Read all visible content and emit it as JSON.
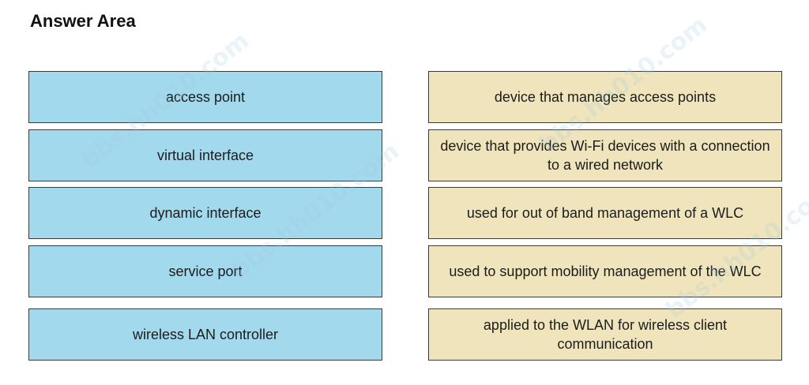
{
  "header": {
    "title": "Answer Area"
  },
  "left_items": [
    {
      "label": "access point"
    },
    {
      "label": "virtual interface"
    },
    {
      "label": "dynamic interface"
    },
    {
      "label": "service port"
    },
    {
      "label": "wireless LAN controller"
    }
  ],
  "right_targets": [
    {
      "label": "device that manages access points"
    },
    {
      "label": "device that provides Wi-Fi devices with a connection to a wired network"
    },
    {
      "label": "used for out of band management of a WLC"
    },
    {
      "label": "used to support mobility management of the WLC"
    },
    {
      "label": "applied to the WLAN for wireless client communication"
    }
  ],
  "watermark": {
    "text": "bbs.hh010.com"
  },
  "colors": {
    "item_bg": "#a3d9ec",
    "target_bg": "#f0e4bc",
    "border": "#3a3a3a"
  }
}
